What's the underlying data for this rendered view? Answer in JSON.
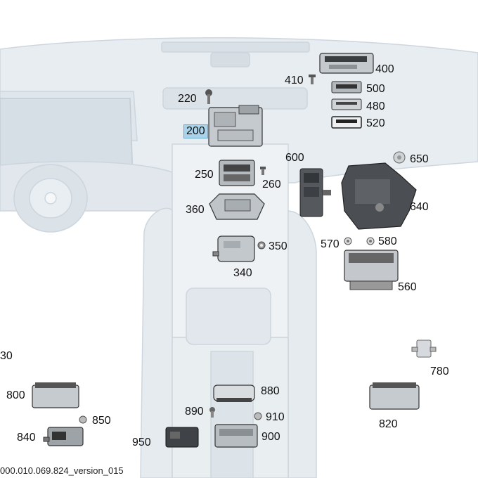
{
  "diagram": {
    "labels": {
      "l200": "200",
      "l220": "220",
      "l250": "250",
      "l260": "260",
      "l340": "340",
      "l350": "350",
      "l360": "360",
      "l400": "400",
      "l410": "410",
      "l480": "480",
      "l500": "500",
      "l520": "520",
      "l560": "560",
      "l570": "570",
      "l580": "580",
      "l600": "600",
      "l640": "640",
      "l650": "650",
      "l780": "780",
      "l800": "800",
      "l820": "820",
      "l840": "840",
      "l850": "850",
      "l880": "880",
      "l890": "890",
      "l900": "900",
      "l910": "910",
      "l950": "950",
      "l30": "30"
    },
    "highlighted": "200",
    "footer": "000.010.069.824_version_015"
  }
}
